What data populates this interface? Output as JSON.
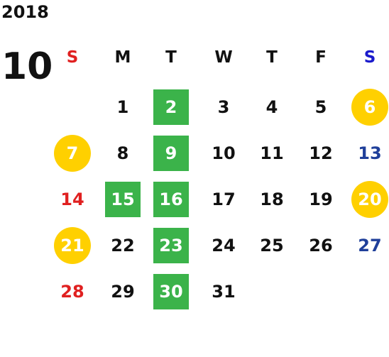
{
  "calendar": {
    "year": "2018",
    "month": "10",
    "weekdays": [
      "S",
      "M",
      "T",
      "W",
      "T",
      "F",
      "S"
    ],
    "weeks": [
      [
        null,
        {
          "d": "1"
        },
        {
          "d": "2",
          "mark": "green"
        },
        {
          "d": "3"
        },
        {
          "d": "4"
        },
        {
          "d": "5"
        },
        {
          "d": "6",
          "mark": "circle"
        }
      ],
      [
        {
          "d": "7",
          "mark": "circle"
        },
        {
          "d": "8"
        },
        {
          "d": "9",
          "mark": "green"
        },
        {
          "d": "10"
        },
        {
          "d": "11"
        },
        {
          "d": "12"
        },
        {
          "d": "13"
        }
      ],
      [
        {
          "d": "14"
        },
        {
          "d": "15",
          "mark": "green"
        },
        {
          "d": "16",
          "mark": "green"
        },
        {
          "d": "17"
        },
        {
          "d": "18"
        },
        {
          "d": "19"
        },
        {
          "d": "20",
          "mark": "circle"
        }
      ],
      [
        {
          "d": "21",
          "mark": "circle"
        },
        {
          "d": "22"
        },
        {
          "d": "23",
          "mark": "green"
        },
        {
          "d": "24"
        },
        {
          "d": "25"
        },
        {
          "d": "26"
        },
        {
          "d": "27"
        }
      ],
      [
        {
          "d": "28"
        },
        {
          "d": "29"
        },
        {
          "d": "30",
          "mark": "green"
        },
        {
          "d": "31"
        },
        null,
        null,
        null
      ]
    ]
  },
  "colors": {
    "sunday": "#e02020",
    "saturday_header": "#1a1acc",
    "saturday": "#1f3f9a",
    "green_mark": "#3bb34a",
    "circle_mark": "#ffd000"
  }
}
